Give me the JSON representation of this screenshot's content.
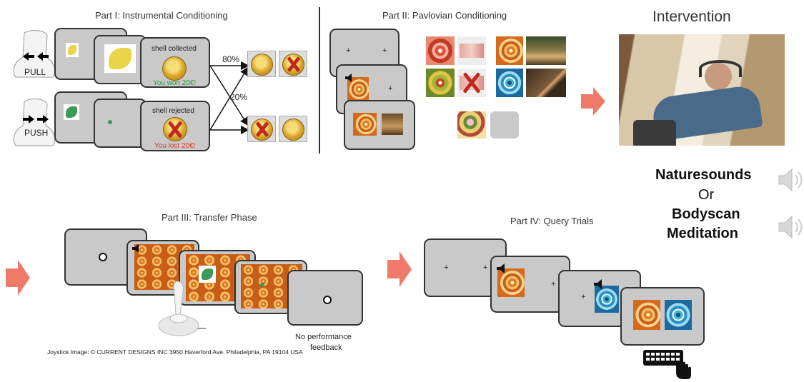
{
  "part1": {
    "title": "Part I: Instrumental Conditioning",
    "pull_label": "PULL",
    "push_label": "PUSH",
    "shell_collected": "shell collected",
    "you_won": "You won 20€!",
    "shell_rejected": "shell rejected",
    "you_lost": "You lost 20€!",
    "prob_high": "80%",
    "prob_low": "20%"
  },
  "part2": {
    "title": "Part II: Pavlovian Conditioning"
  },
  "intervention": {
    "title": "Intervention",
    "option_1": "Naturesounds",
    "or": "Or",
    "option_2_line1": "Bodyscan",
    "option_2_line2": "Meditation"
  },
  "part3": {
    "title": "Part III: Transfer Phase",
    "no_feedback_line1": "No performance",
    "no_feedback_line2": "feedback",
    "credit": "Joystick Image: © CURRENT DESIGNS INC 3950 Haverford Ave. Philadelphia, PA 19104 USA"
  },
  "part4": {
    "title": "Part IV: Query Trials"
  },
  "colors": {
    "screen_gray": "#c9c9c9",
    "flow_arrow": "#f07a6a",
    "win_green": "#2e9a3a",
    "loss_red": "#d63a2a"
  }
}
